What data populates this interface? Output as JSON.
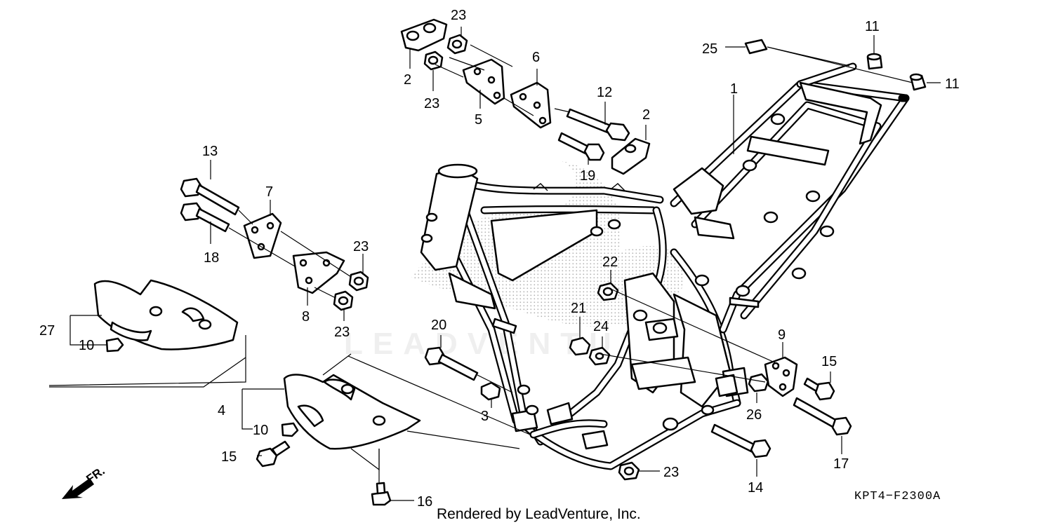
{
  "diagram": {
    "drawing_code": "KPT4−F2300A",
    "credit": "Rendered by LeadVenture, Inc.",
    "direction_label": "FR.",
    "callouts": {
      "c1": "1",
      "c2a": "2",
      "c2b": "2",
      "c3": "3",
      "c4": "4",
      "c5": "5",
      "c6": "6",
      "c7": "7",
      "c8": "8",
      "c9": "9",
      "c10a": "10",
      "c10b": "10",
      "c11a": "11",
      "c11b": "11",
      "c12": "12",
      "c13": "13",
      "c14": "14",
      "c15a": "15",
      "c15b": "15",
      "c16": "16",
      "c17": "17",
      "c18": "18",
      "c19": "19",
      "c20": "20",
      "c21": "21",
      "c22": "22",
      "c23a": "23",
      "c23b": "23",
      "c23c": "23",
      "c23d": "23",
      "c23e": "23",
      "c24": "24",
      "c25": "25",
      "c26": "26",
      "c27": "27"
    }
  }
}
